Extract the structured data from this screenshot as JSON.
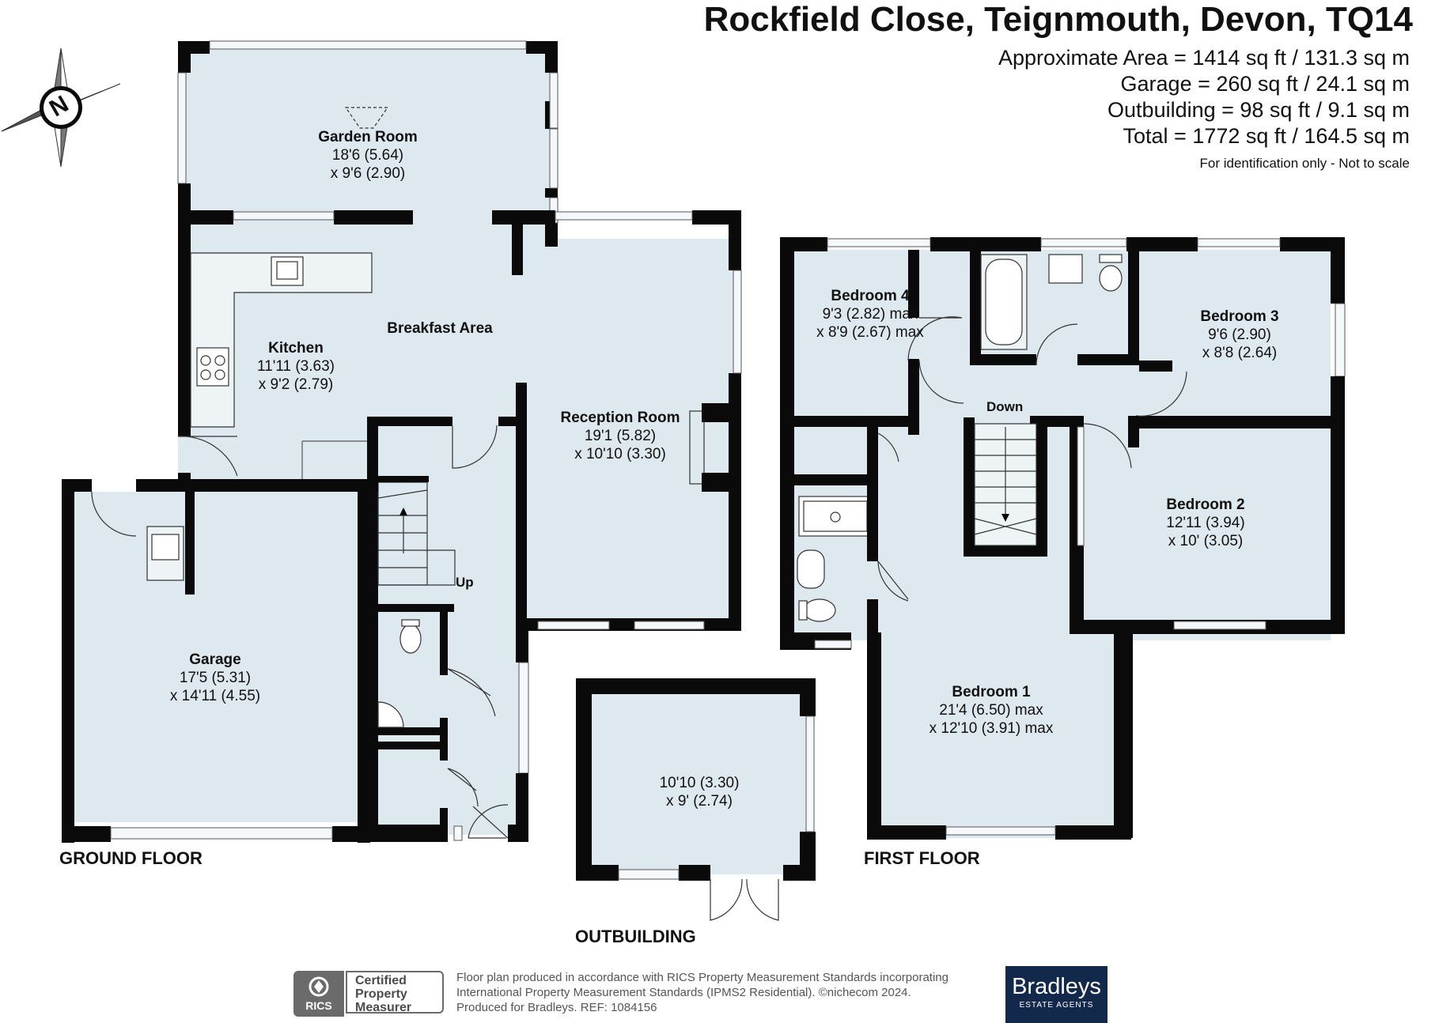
{
  "header": {
    "address": "Rockfield Close, Teignmouth, Devon, TQ14",
    "areas": [
      "Approximate Area = 1414 sq ft / 131.3 sq m",
      "Garage = 260 sq ft / 24.1 sq m",
      "Outbuilding = 98 sq ft / 9.1 sq m",
      "Total = 1772 sq ft / 164.5 sq m"
    ],
    "note": "For identification only - Not to scale"
  },
  "compass": {
    "letter": "N"
  },
  "rooms": {
    "garden_room": {
      "name": "Garden Room",
      "dim1": "18'6 (5.64)",
      "dim2": "x 9'6 (2.90)"
    },
    "breakfast_area": {
      "name": "Breakfast Area"
    },
    "kitchen": {
      "name": "Kitchen",
      "dim1": "11'11 (3.63)",
      "dim2": "x 9'2 (2.79)"
    },
    "reception_room": {
      "name": "Reception Room",
      "dim1": "19'1 (5.82)",
      "dim2": "x 10'10 (3.30)"
    },
    "garage": {
      "name": "Garage",
      "dim1": "17'5 (5.31)",
      "dim2": "x 14'11 (4.55)"
    },
    "outbuilding": {
      "dim1": "10'10 (3.30)",
      "dim2": "x 9' (2.74)"
    },
    "bedroom_4": {
      "name": "Bedroom 4",
      "dim1": "9'3 (2.82) max",
      "dim2": "x 8'9 (2.67) max"
    },
    "bedroom_3": {
      "name": "Bedroom 3",
      "dim1": "9'6 (2.90)",
      "dim2": "x 8'8 (2.64)"
    },
    "bedroom_2": {
      "name": "Bedroom 2",
      "dim1": "12'11 (3.94)",
      "dim2": "x 10' (3.05)"
    },
    "bedroom_1": {
      "name": "Bedroom 1",
      "dim1": "21'4 (6.50) max",
      "dim2": "x 12'10 (3.91) max"
    }
  },
  "labels": {
    "up": "Up",
    "down": "Down",
    "ground_floor": "GROUND FLOOR",
    "first_floor": "FIRST FLOOR",
    "outbuilding": "OUTBUILDING"
  },
  "footer": {
    "rics_mark": "RICS",
    "rics_cert": [
      "Certified",
      "Property",
      "Measurer"
    ],
    "text": [
      "Floor plan produced in accordance with RICS Property Measurement Standards incorporating",
      "International Property Measurement Standards (IPMS2 Residential).   ©nichecom 2024.",
      "Produced for Bradleys.   REF: 1084156"
    ],
    "brand_name": "Bradleys",
    "brand_sub": "ESTATE AGENTS"
  },
  "colors": {
    "room_fill": "#dde9ee",
    "wall": "#0a0a0a",
    "window": "#f4f8fa",
    "brand": "#13294b"
  }
}
